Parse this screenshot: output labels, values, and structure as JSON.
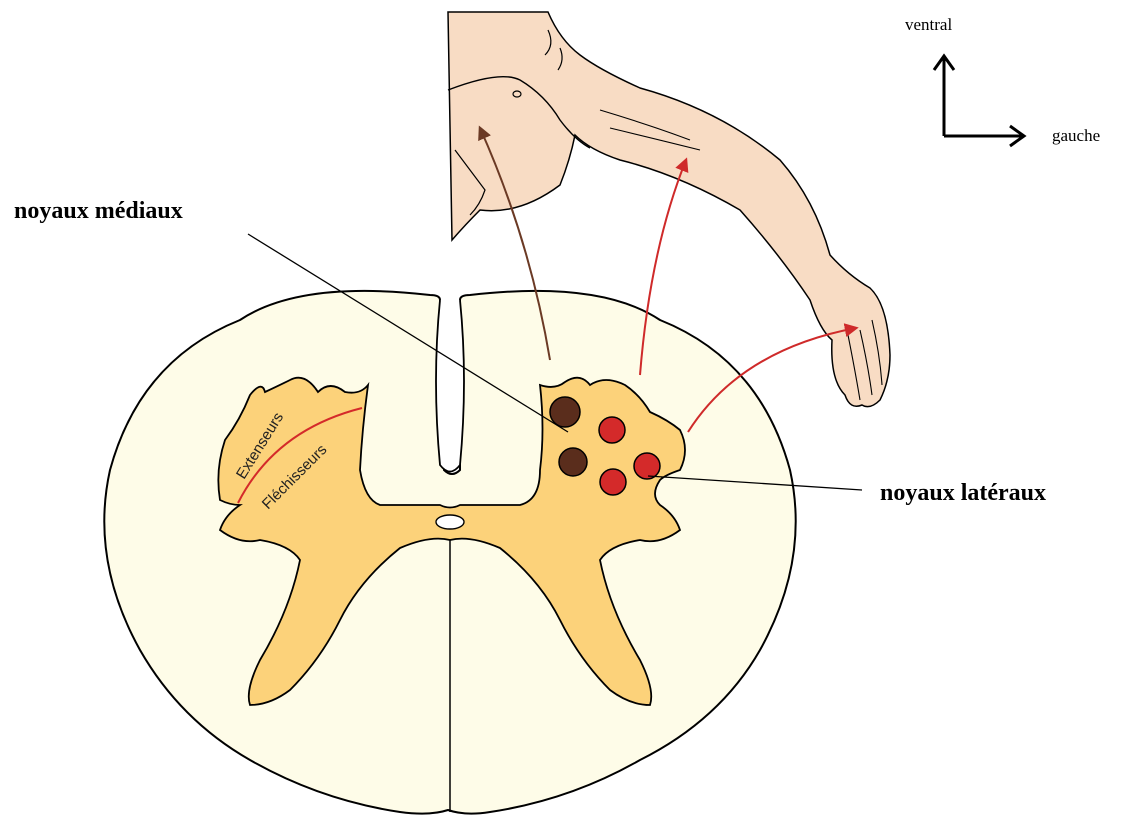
{
  "labels": {
    "medial_nuclei": "noyaux médiaux",
    "lateral_nuclei": "noyaux latéraux",
    "extensors": "Extenseurs",
    "flexors": "Fléchisseurs"
  },
  "orientation": {
    "ventral": "ventral",
    "left": "gauche"
  },
  "colors": {
    "white_matter": "#fefce8",
    "grey_matter": "#fcd27a",
    "skin": "#f8dcc4",
    "medial_nucleus": "#5a2d1c",
    "lateral_nucleus": "#d42a2a",
    "axial_arrow": "#6b3a25",
    "limb_arrow": "#cf2a2a",
    "outline": "#000000"
  }
}
